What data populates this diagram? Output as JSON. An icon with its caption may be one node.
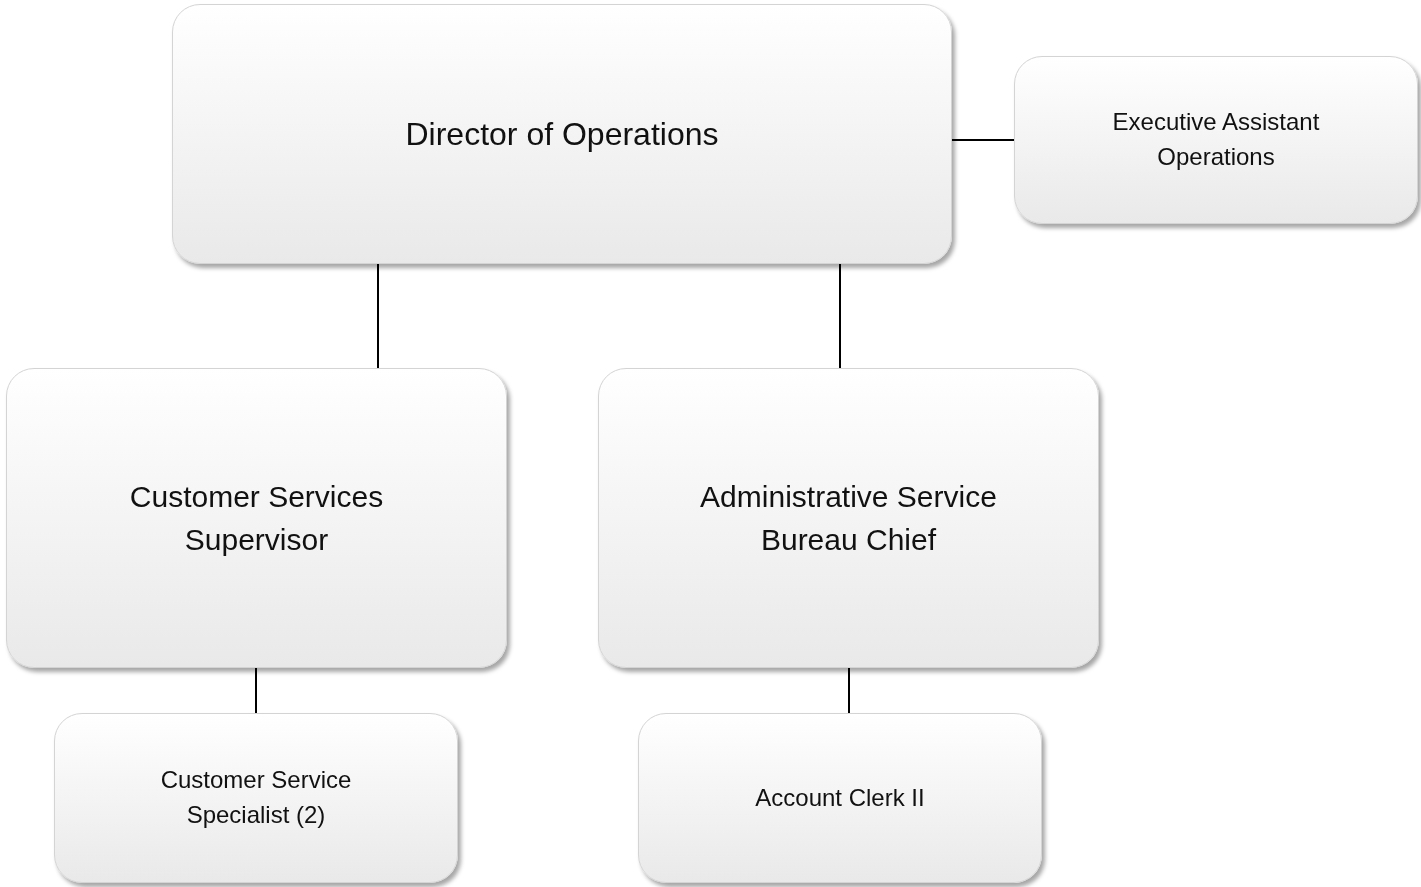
{
  "diagram": {
    "nodes": [
      {
        "text": [
          "Director of Operations"
        ]
      },
      {
        "text": [
          "Executive Assistant Operations"
        ]
      },
      {
        "text": [
          "Customer Services Supervisor"
        ]
      },
      {
        "text": [
          "Administrative Service Bureau Chief"
        ]
      },
      {
        "text": [
          "Customer Service Specialist (2)"
        ]
      },
      {
        "text": [
          "Account Clerk II"
        ]
      }
    ],
    "edges": [
      {
        "from": 0,
        "to": 1,
        "arrow": "none"
      },
      {
        "from": 0,
        "to": 2,
        "arrow": "none"
      },
      {
        "from": 0,
        "to": 3,
        "arrow": "none"
      },
      {
        "from": 2,
        "to": 4,
        "arrow": "none"
      },
      {
        "from": 3,
        "to": 5,
        "arrow": "none"
      }
    ]
  }
}
